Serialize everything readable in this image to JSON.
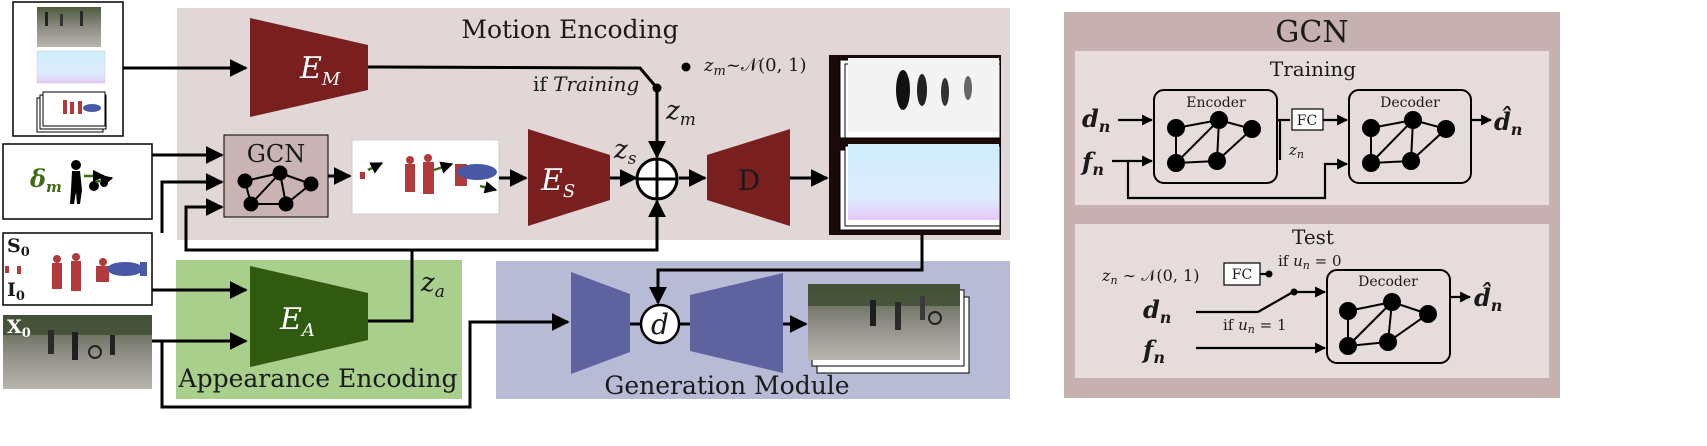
{
  "colors": {
    "motion_bg": "#e2d7d7",
    "appearance_bg": "#a8cf8b",
    "generation_bg": "#b8bbd6",
    "encoder_red": "#7a1f1f",
    "encoder_green": "#2f5a10",
    "generator_blue": "#5e63a0",
    "gcn_panel_outer": "#c6b0b0",
    "gcn_panel_inner": "#e6dcdc",
    "gcn_box": "#c9b3b3"
  },
  "main": {
    "motion_encoding_title": "Motion Encoding",
    "appearance_encoding_title": "Appearance Encoding",
    "generation_module_title": "Generation Module",
    "encoder_motion": {
      "base": "E",
      "sub": "M"
    },
    "encoder_semantic": {
      "base": "E",
      "sub": "S"
    },
    "encoder_appearance": {
      "base": "E",
      "sub": "A"
    },
    "decoder_label": "D",
    "gcn_label": "GCN",
    "d_node_label": "d",
    "if_training": {
      "prefix": "if ",
      "word": "Training"
    },
    "zm_prior": {
      "var": "z",
      "sub": "m",
      "rest": "~𝒩(0, 1)"
    },
    "zm_label": {
      "var": "z",
      "sub": "m"
    },
    "zs_label": {
      "var": "z",
      "sub": "s"
    },
    "za_label": {
      "var": "z",
      "sub": "a"
    },
    "delta_label": {
      "var": "δ",
      "sub": "m"
    },
    "s0_label": {
      "var": "S",
      "sub": "0"
    },
    "i0_label": {
      "var": "I",
      "sub": "0"
    },
    "x0_label": {
      "var": "X",
      "sub": "0"
    }
  },
  "gcn_panel": {
    "title": "GCN",
    "training": {
      "title": "Training",
      "encoder_label": "Encoder",
      "decoder_label": "Decoder",
      "fc_label": "FC",
      "d_input": {
        "var": "d",
        "sub": "n"
      },
      "f_input": {
        "var": "f",
        "sub": "n"
      },
      "z_label": {
        "var": "z",
        "sub": "n"
      },
      "output": {
        "var": "d̂",
        "sub": "n"
      }
    },
    "test": {
      "title": "Test",
      "decoder_label": "Decoder",
      "fc_label": "FC",
      "prior": {
        "var": "z",
        "sub": "n",
        "rest": " ∼ 𝒩(0, 1)"
      },
      "cond_zero": {
        "prefix": "if ",
        "var": "u",
        "sub": "n",
        "rest": " = 0"
      },
      "cond_one": {
        "prefix": "if ",
        "var": "u",
        "sub": "n",
        "rest": " = 1"
      },
      "d_input": {
        "var": "d",
        "sub": "n"
      },
      "f_input": {
        "var": "f",
        "sub": "n"
      },
      "output": {
        "var": "d̂",
        "sub": "n"
      }
    }
  }
}
